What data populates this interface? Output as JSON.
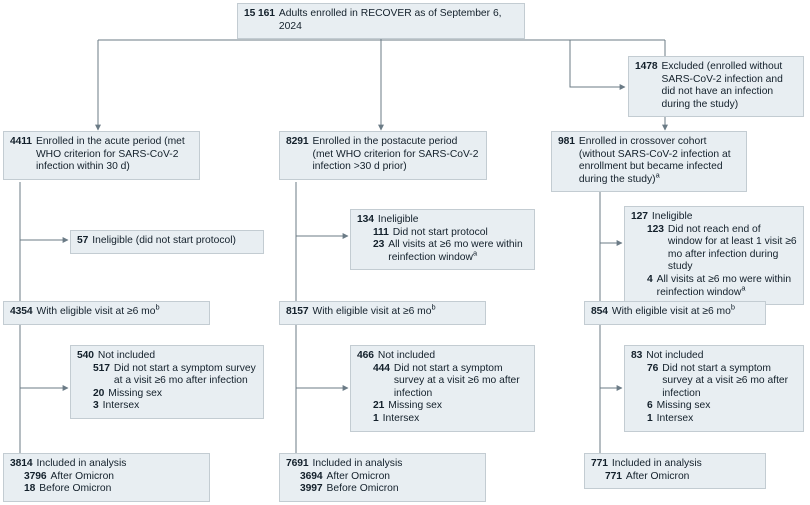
{
  "figure": {
    "type": "flowchart",
    "title": "RECOVER adult cohort participant flow diagram"
  },
  "nodes": {
    "top": {
      "count": "15 161",
      "label": "Adults enrolled in RECOVER as of September 6, 2024"
    },
    "excluded": {
      "count": "1478",
      "label": "Excluded (enrolled without SARS-CoV-2 infection and did not have an infection during the study)"
    },
    "acute": {
      "count": "4411",
      "label": "Enrolled in the acute period (met WHO criterion for SARS-CoV-2 infection within 30 d)"
    },
    "postacute": {
      "count": "8291",
      "label": "Enrolled in the postacute period (met WHO criterion for SARS-CoV-2 infection >30 d prior)"
    },
    "crossover": {
      "count": "981",
      "label": "Enrolled in crossover cohort (without SARS-CoV-2 infection at enrollment but became infected during the study)",
      "footnote": "a"
    },
    "acute_ineligible": {
      "count": "57",
      "label": "Ineligible (did not start protocol)"
    },
    "postacute_ineligible": {
      "count": "134",
      "label": "Ineligible",
      "items": [
        {
          "count": "111",
          "label": "Did not start protocol",
          "footnote": ""
        },
        {
          "count": "23",
          "label": "All visits at ≥6 mo were within reinfection window",
          "footnote": "a"
        }
      ]
    },
    "crossover_ineligible": {
      "count": "127",
      "label": "Ineligible",
      "items": [
        {
          "count": "123",
          "label": "Did not reach end of window for at least 1 visit ≥6 mo after infection during study",
          "footnote": ""
        },
        {
          "count": "4",
          "label": "All visits at ≥6 mo were within reinfection window",
          "footnote": "a"
        }
      ]
    },
    "acute_eligible": {
      "count": "4354",
      "label": "With eligible visit at ≥6 mo",
      "footnote": "b"
    },
    "postacute_eligible": {
      "count": "8157",
      "label": "With eligible visit at ≥6 mo",
      "footnote": "b"
    },
    "crossover_eligible": {
      "count": "854",
      "label": "With eligible visit at ≥6 mo",
      "footnote": "b"
    },
    "acute_notincluded": {
      "count": "540",
      "label": "Not included",
      "items": [
        {
          "count": "517",
          "label": "Did not start a symptom survey at a visit ≥6 mo after infection"
        },
        {
          "count": "20",
          "label": "Missing sex"
        },
        {
          "count": "3",
          "label": "Intersex"
        }
      ]
    },
    "postacute_notincluded": {
      "count": "466",
      "label": "Not included",
      "items": [
        {
          "count": "444",
          "label": "Did not start a symptom survey at a visit ≥6 mo after infection"
        },
        {
          "count": "21",
          "label": "Missing sex"
        },
        {
          "count": "1",
          "label": "Intersex"
        }
      ]
    },
    "crossover_notincluded": {
      "count": "83",
      "label": "Not included",
      "items": [
        {
          "count": "76",
          "label": "Did not start a symptom survey at a visit ≥6 mo after infection"
        },
        {
          "count": "6",
          "label": "Missing sex"
        },
        {
          "count": "1",
          "label": "Intersex"
        }
      ]
    },
    "acute_included": {
      "count": "3814",
      "label": "Included in analysis",
      "items": [
        {
          "count": "3796",
          "label": "After Omicron"
        },
        {
          "count": "18",
          "label": "Before Omicron"
        }
      ]
    },
    "postacute_included": {
      "count": "7691",
      "label": "Included in analysis",
      "items": [
        {
          "count": "3694",
          "label": "After Omicron"
        },
        {
          "count": "3997",
          "label": "Before Omicron"
        }
      ]
    },
    "crossover_included": {
      "count": "771",
      "label": "Included in analysis",
      "items": [
        {
          "count": "771",
          "label": "After Omicron"
        }
      ]
    }
  },
  "colors": {
    "box_fill": "#e8eef2",
    "box_border": "#c3ccd2",
    "connector": "#6b7b86",
    "text": "#13202b"
  }
}
